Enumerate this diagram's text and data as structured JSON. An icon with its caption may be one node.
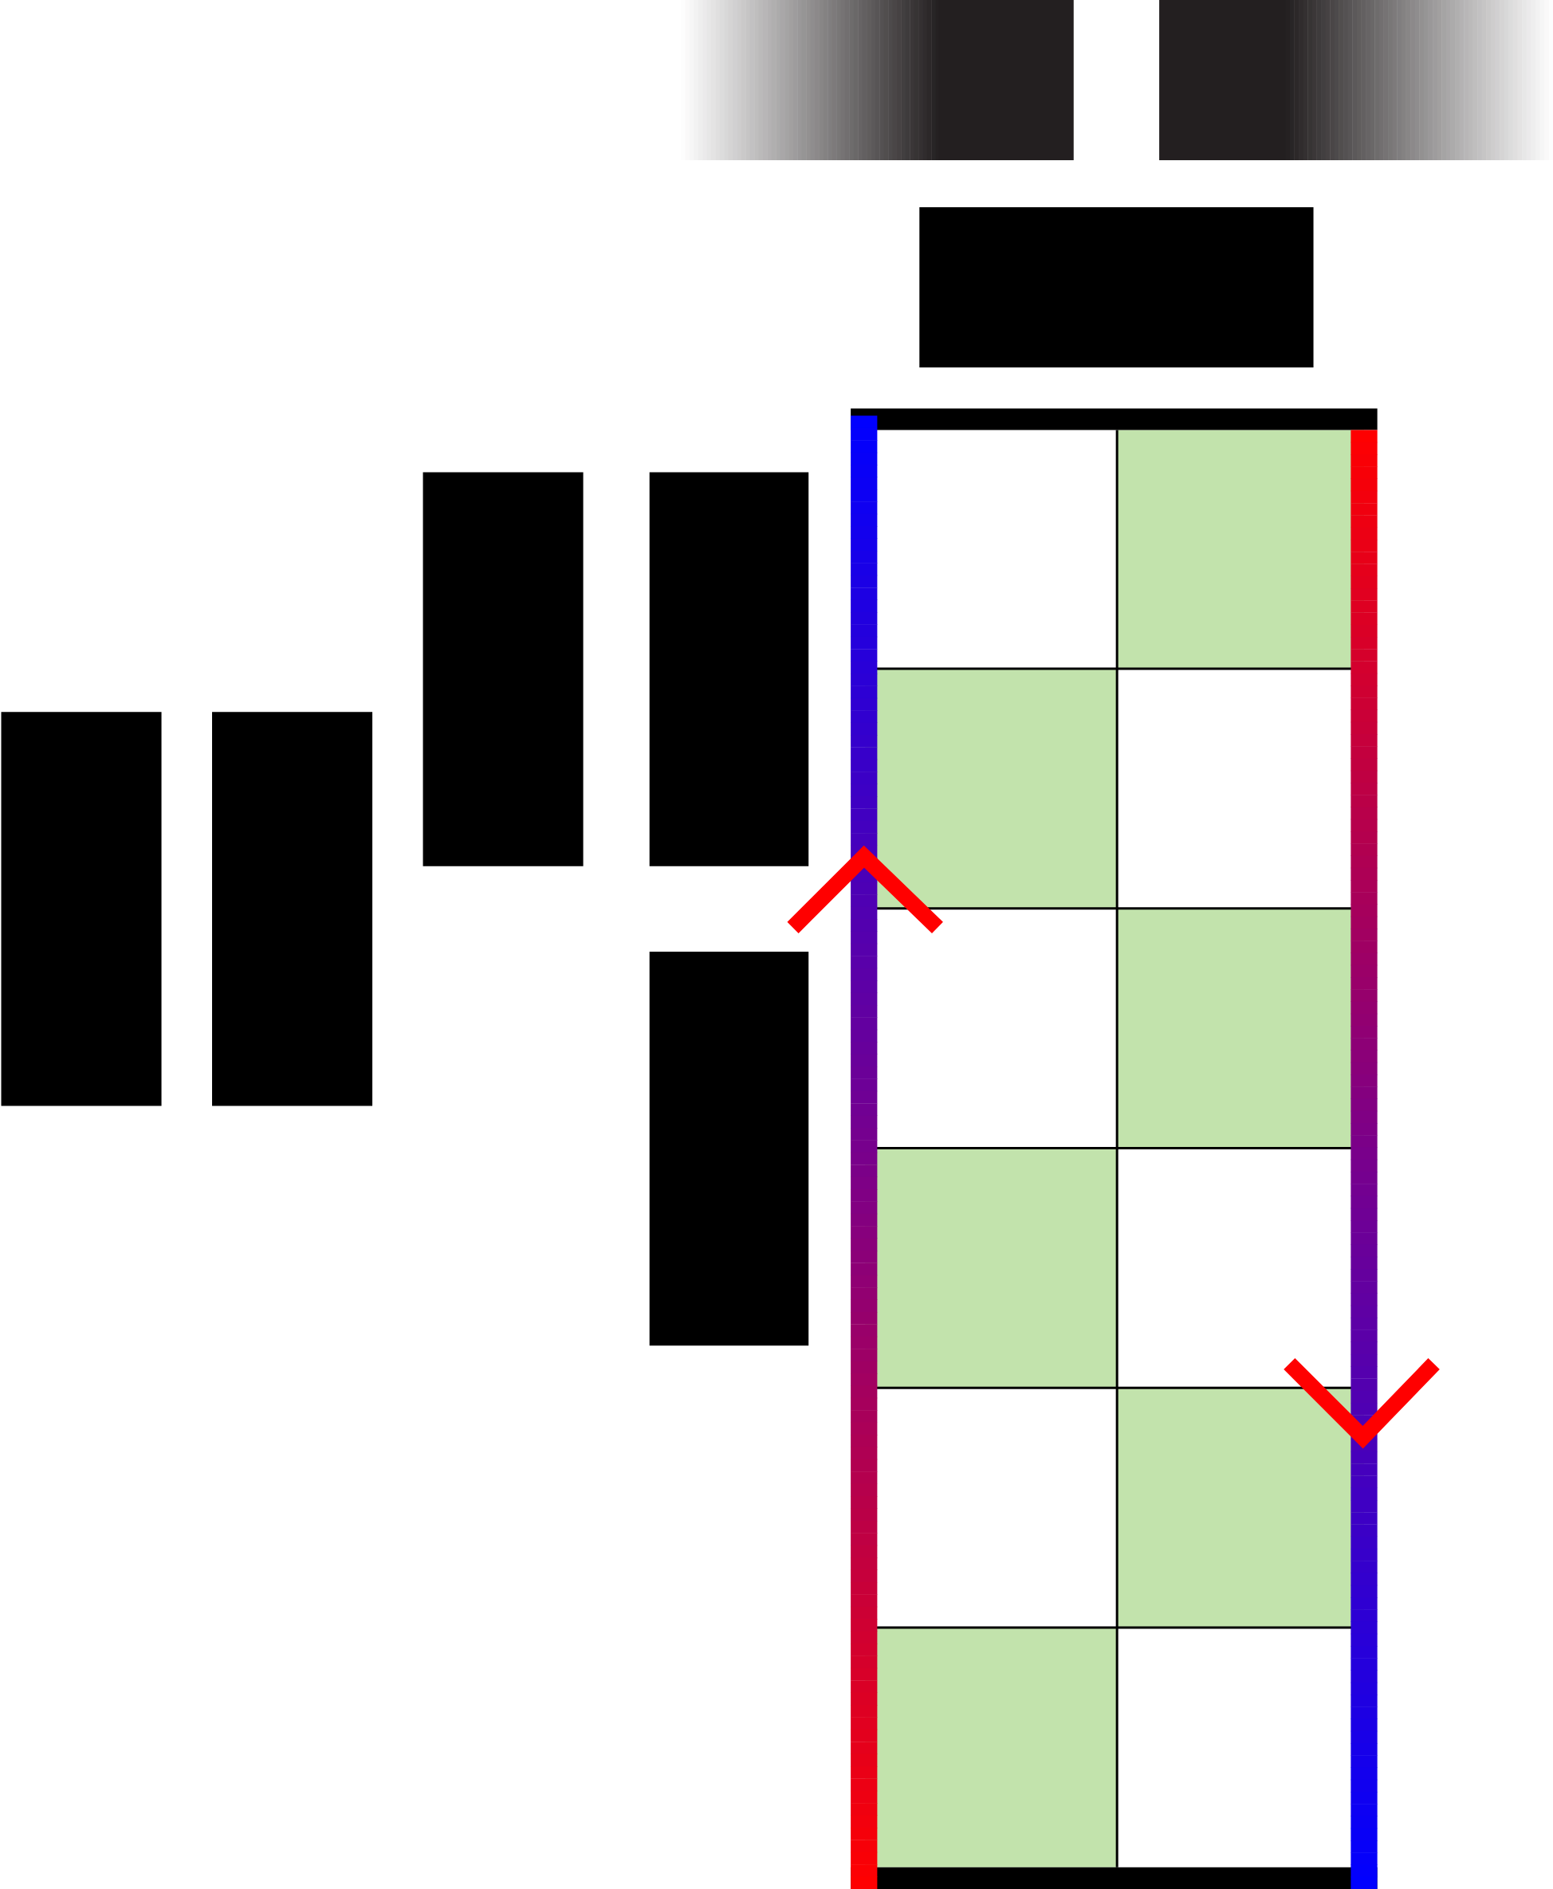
{
  "diagram": {
    "nodes": [
      {
        "text": [],
        "shape": "bar"
      },
      {
        "text": [],
        "shape": "bar"
      },
      {
        "text": [],
        "shape": "box"
      },
      {
        "text": [],
        "shape": "box"
      },
      {
        "text": [],
        "shape": "box"
      },
      {
        "text": [],
        "shape": "box"
      },
      {
        "text": [],
        "shape": "box"
      },
      {
        "text": [],
        "shape": "box"
      }
    ]
  }
}
